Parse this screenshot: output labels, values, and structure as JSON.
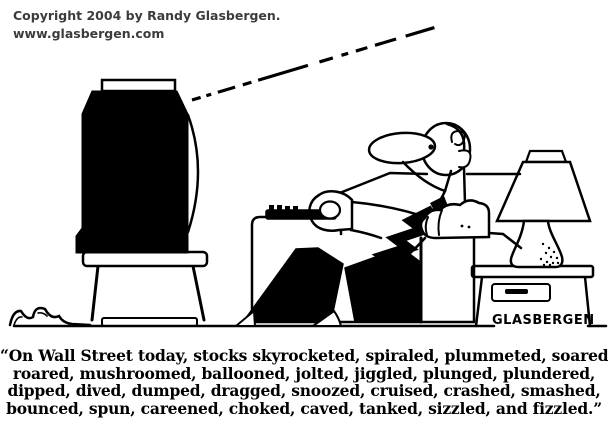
{
  "header": {
    "copyright_line": "Copyright 2004 by Randy Glasbergen.",
    "website": "www.glasbergen.com"
  },
  "caption": {
    "lines": [
      "“On Wall Street today, stocks skyrocketed, spiraled, plummeted, soared,",
      "roared, mushroomed, ballooned, jolted, jiggled, plunged, plundered,",
      "dipped, dived, dumped, dragged, snoozed, cruised, crashed, smashed,",
      "bounced, spun, careened, choked, caved, tanked, sizzled, and fizzled.”"
    ]
  },
  "signature": {
    "text": "GLASBERGEN"
  },
  "colors": {
    "ink": "#000000",
    "paper": "#ffffff",
    "copyright_text": "#3c3c3c"
  },
  "scene": {
    "description": "Cartoon: a businessman reclines on a couch pointing a remote at a television; a lamp on an end table sits behind the couch; a dashed signal line rises from the TV.",
    "elements": [
      "television",
      "tv-stand",
      "power-cord",
      "signal-dashes",
      "couch",
      "reclining-man",
      "remote-control",
      "zigzag-necktie",
      "table-lamp",
      "end-table",
      "floor"
    ]
  }
}
